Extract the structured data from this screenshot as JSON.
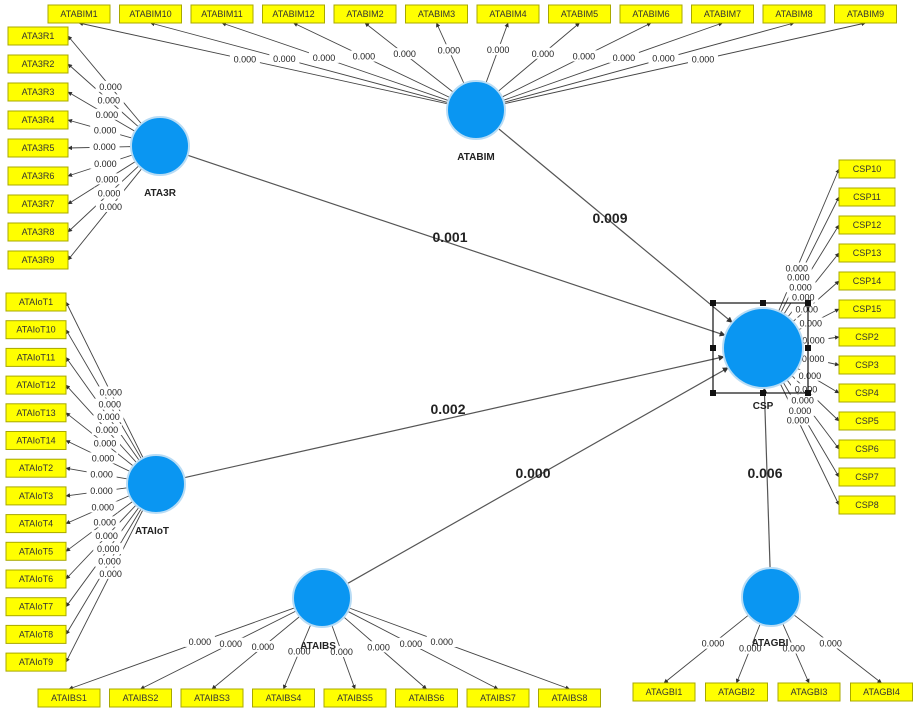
{
  "constructs": [
    {
      "id": "ATA3R",
      "label": "ATA3R"
    },
    {
      "id": "ATABIM",
      "label": "ATABIM"
    },
    {
      "id": "CSP",
      "label": "CSP",
      "selected": true
    },
    {
      "id": "ATAIoT",
      "label": "ATAIoT"
    },
    {
      "id": "ATAIBS",
      "label": "ATAIBS"
    },
    {
      "id": "ATAGBI",
      "label": "ATAGBI"
    }
  ],
  "paths": [
    {
      "from": "ATA3R",
      "to": "CSP",
      "value": "0.001"
    },
    {
      "from": "ATABIM",
      "to": "CSP",
      "value": "0.009"
    },
    {
      "from": "ATAIoT",
      "to": "CSP",
      "value": "0.002"
    },
    {
      "from": "ATAIBS",
      "to": "CSP",
      "value": "0.000"
    },
    {
      "from": "ATAGBI",
      "to": "CSP",
      "value": "0.006"
    }
  ],
  "indicators": {
    "ATABIM": [
      {
        "label": "ATABIM1",
        "value": "0.000"
      },
      {
        "label": "ATABIM10",
        "value": "0.000"
      },
      {
        "label": "ATABIM11",
        "value": "0.000"
      },
      {
        "label": "ATABIM12",
        "value": "0.000"
      },
      {
        "label": "ATABIM2",
        "value": "0.000"
      },
      {
        "label": "ATABIM3",
        "value": "0.000"
      },
      {
        "label": "ATABIM4",
        "value": "0.000"
      },
      {
        "label": "ATABIM5",
        "value": "0.000"
      },
      {
        "label": "ATABIM6",
        "value": "0.000"
      },
      {
        "label": "ATABIM7",
        "value": "0.000"
      },
      {
        "label": "ATABIM8",
        "value": "0.000"
      },
      {
        "label": "ATABIM9",
        "value": "0.000"
      }
    ],
    "ATA3R": [
      {
        "label": "ATA3R1",
        "value": "0.000"
      },
      {
        "label": "ATA3R2",
        "value": "0.000"
      },
      {
        "label": "ATA3R3",
        "value": "0.000"
      },
      {
        "label": "ATA3R4",
        "value": "0.000"
      },
      {
        "label": "ATA3R5",
        "value": "0.000"
      },
      {
        "label": "ATA3R6",
        "value": "0.000"
      },
      {
        "label": "ATA3R7",
        "value": "0.000"
      },
      {
        "label": "ATA3R8",
        "value": "0.000"
      },
      {
        "label": "ATA3R9",
        "value": "0.000"
      }
    ],
    "ATAIoT": [
      {
        "label": "ATAIoT1",
        "value": "0.000"
      },
      {
        "label": "ATAIoT10",
        "value": "0.000"
      },
      {
        "label": "ATAIoT11",
        "value": "0.000"
      },
      {
        "label": "ATAIoT12",
        "value": "0.000"
      },
      {
        "label": "ATAIoT13",
        "value": "0.000"
      },
      {
        "label": "ATAIoT14",
        "value": "0.000"
      },
      {
        "label": "ATAIoT2",
        "value": "0.000"
      },
      {
        "label": "ATAIoT3",
        "value": "0.000"
      },
      {
        "label": "ATAIoT4",
        "value": "0.000"
      },
      {
        "label": "ATAIoT5",
        "value": "0.000"
      },
      {
        "label": "ATAIoT6",
        "value": "0.000"
      },
      {
        "label": "ATAIoT7",
        "value": "0.000"
      },
      {
        "label": "ATAIoT8",
        "value": "0.000"
      },
      {
        "label": "ATAIoT9",
        "value": "0.000"
      }
    ],
    "CSP": [
      {
        "label": "CSP10",
        "value": "0.000"
      },
      {
        "label": "CSP11",
        "value": "0.000"
      },
      {
        "label": "CSP12",
        "value": "0.000"
      },
      {
        "label": "CSP13",
        "value": "0.000"
      },
      {
        "label": "CSP14",
        "value": "0.000"
      },
      {
        "label": "CSP15",
        "value": "0.000"
      },
      {
        "label": "CSP2",
        "value": "0.000"
      },
      {
        "label": "CSP3",
        "value": "0.000"
      },
      {
        "label": "CSP4",
        "value": "0.000"
      },
      {
        "label": "CSP5",
        "value": "0.000"
      },
      {
        "label": "CSP6",
        "value": "0.000"
      },
      {
        "label": "CSP7",
        "value": "0.000"
      },
      {
        "label": "CSP8",
        "value": "0.000"
      }
    ],
    "ATAIBS": [
      {
        "label": "ATAIBS1",
        "value": "0.000"
      },
      {
        "label": "ATAIBS2",
        "value": "0.000"
      },
      {
        "label": "ATAIBS3",
        "value": "0.000"
      },
      {
        "label": "ATAIBS4",
        "value": "0.000"
      },
      {
        "label": "ATAIBS5",
        "value": "0.000"
      },
      {
        "label": "ATAIBS6",
        "value": "0.000"
      },
      {
        "label": "ATAIBS7",
        "value": "0.000"
      },
      {
        "label": "ATAIBS8",
        "value": "0.000"
      }
    ],
    "ATAGBI": [
      {
        "label": "ATAGBI1",
        "value": "0.000"
      },
      {
        "label": "ATAGBI2",
        "value": "0.000"
      },
      {
        "label": "ATAGBI3",
        "value": "0.000"
      },
      {
        "label": "ATAGBI4",
        "value": "0.000"
      }
    ]
  },
  "colors": {
    "construct_fill": "#0a96f2",
    "indicator_fill": "#ffff00",
    "line": "#555555"
  }
}
